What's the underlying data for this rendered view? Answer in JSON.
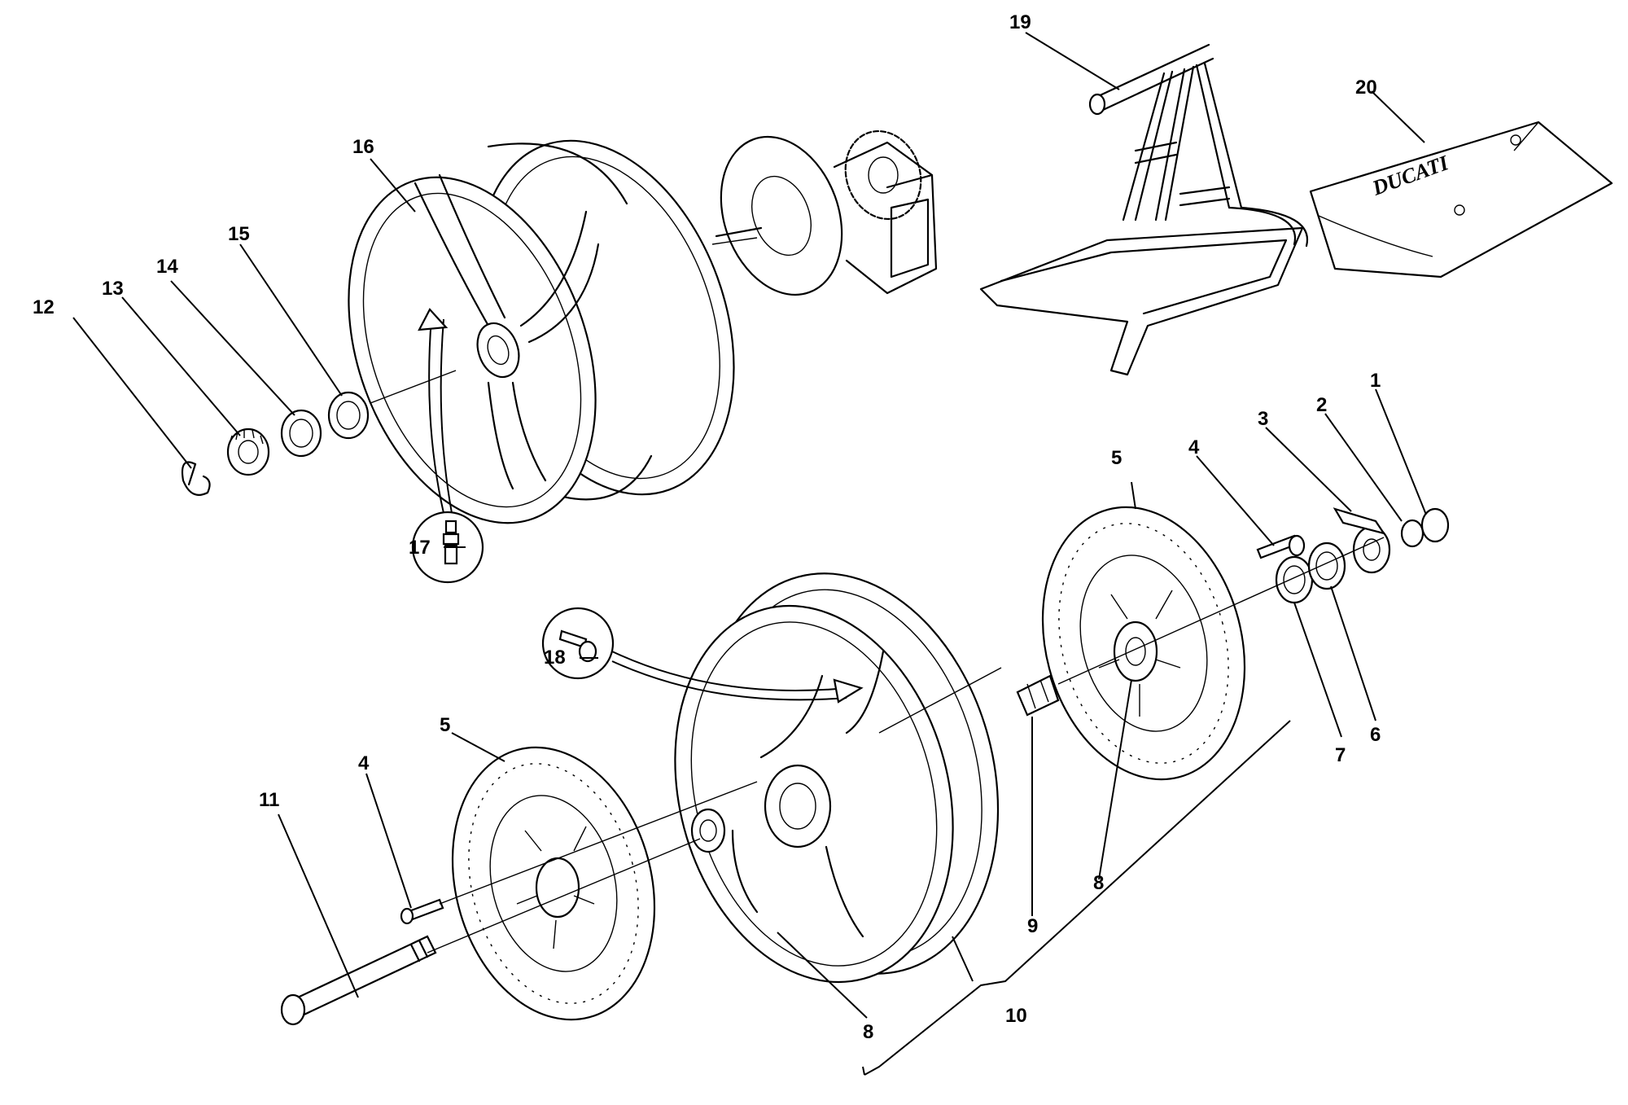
{
  "labels": {
    "l1": "1",
    "l2": "2",
    "l3": "3",
    "l4a": "4",
    "l4b": "4",
    "l5a": "5",
    "l5b": "5",
    "l6": "6",
    "l7": "7",
    "l8a": "8",
    "l8b": "8",
    "l9": "9",
    "l10": "10",
    "l11": "11",
    "l12": "12",
    "l13": "13",
    "l14": "14",
    "l15": "15",
    "l16": "16",
    "l17": "17",
    "l18": "18",
    "l19": "19",
    "l20": "20"
  },
  "stand_cover_brand": "DUCATI",
  "colors": {
    "line": "#000000",
    "background": "#ffffff"
  }
}
